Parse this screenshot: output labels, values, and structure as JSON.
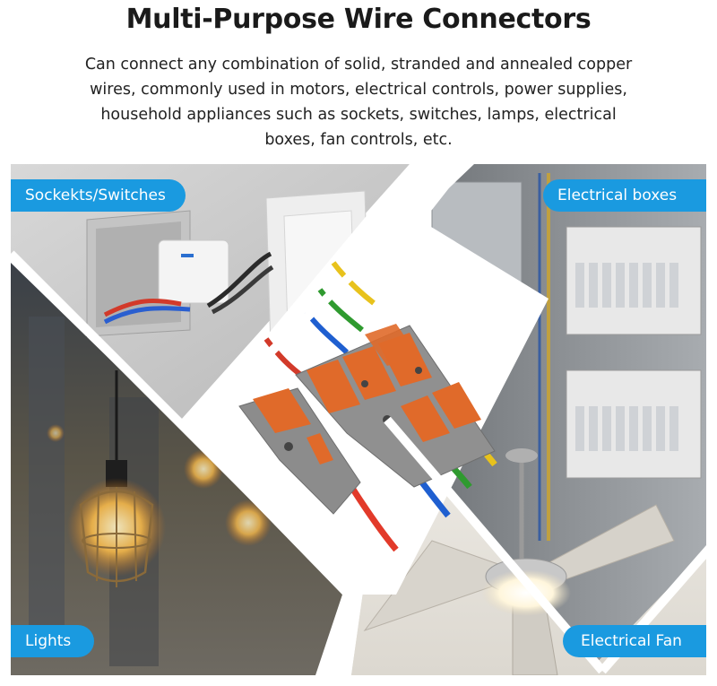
{
  "header": {
    "title": "Multi-Purpose Wire Connectors",
    "description_lines": [
      "Can connect any combination of solid, stranded and annealed copper",
      "wires, commonly used in motors, electrical controls, power supplies,",
      "household appliances such as sockets, switches, lamps, electrical",
      "boxes, fan controls, etc."
    ]
  },
  "badges": {
    "sockets": "Sockekts/Switches",
    "boxes": "Electrical boxes",
    "lights": "Lights",
    "fan": "Electrical Fan"
  },
  "colors": {
    "badge": "#1a9ae0",
    "connector_body": "#8c8c8c",
    "lever": "#e06a2a",
    "wires": [
      "#e23a2a",
      "#1f5fd0",
      "#2f9a2f",
      "#e8c21c"
    ]
  }
}
